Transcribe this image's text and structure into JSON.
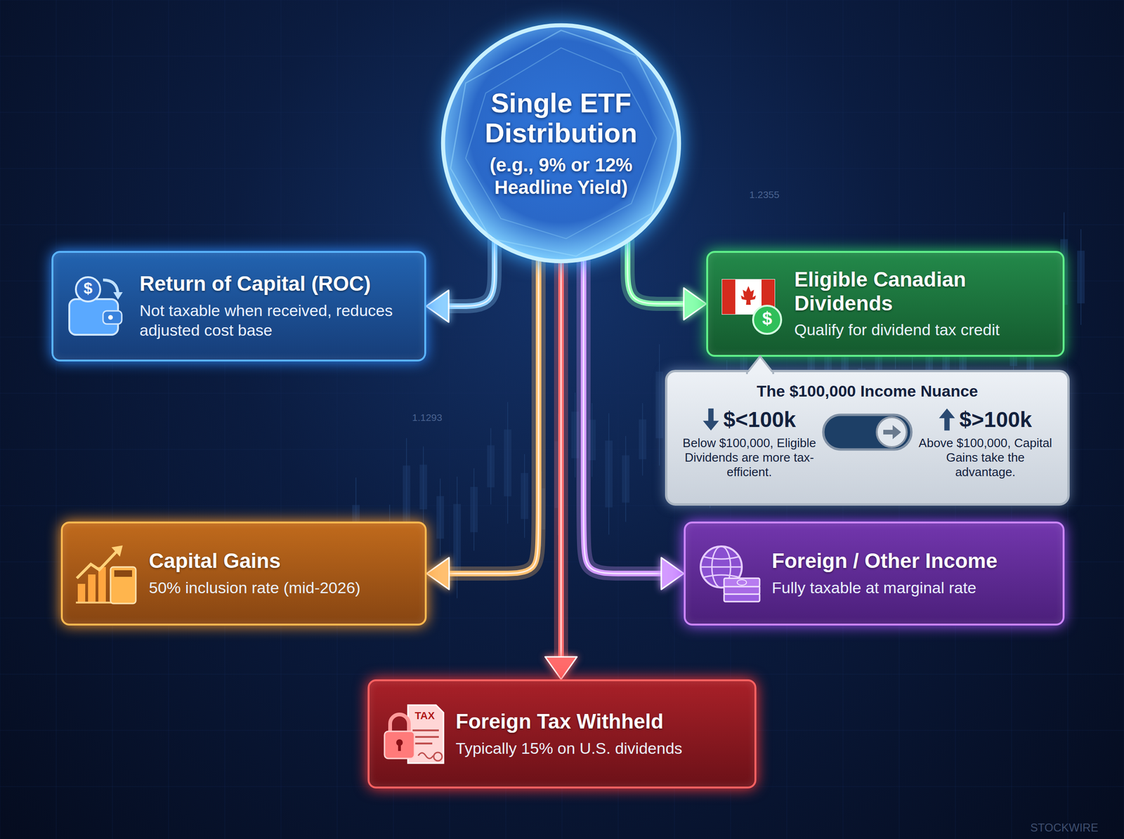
{
  "diagram": {
    "nodes": [
      {
        "text": [
          "Single ETF Distribution",
          "(e.g., 9% or 12% Headline Yield)"
        ]
      },
      {
        "text": [
          "Return of Capital (ROC)",
          "Not taxable when received, reduces adjusted cost base"
        ]
      },
      {
        "text": [
          "Eligible Canadian Dividends",
          "Qualify for dividend tax credit"
        ]
      },
      {
        "text": [
          "The $100,000 Income Nuance",
          "$<100k",
          "Below $100,000, Eligible Dividends are more tax-efficient.",
          "$>100k",
          "Above $100,000, Capital Gains take the advantage."
        ]
      },
      {
        "text": [
          "Capital Gains",
          "50% inclusion rate (mid-2026)"
        ]
      },
      {
        "text": [
          "Foreign / Other Income",
          "Fully taxable at marginal rate"
        ]
      },
      {
        "text": [
          "Foreign Tax Withheld",
          "Typically 15% on U.S. dividends"
        ]
      }
    ],
    "edges": [
      {
        "from": 0,
        "to": 1,
        "arrow": "to"
      },
      {
        "from": 0,
        "to": 2,
        "arrow": "to"
      },
      {
        "from": 0,
        "to": 4,
        "arrow": "to"
      },
      {
        "from": 0,
        "to": 5,
        "arrow": "to"
      },
      {
        "from": 0,
        "to": 6,
        "arrow": "to"
      }
    ],
    "labels": [
      "1.2355",
      "$",
      "$",
      "1.1293",
      "TAX",
      "STOCKWIRE"
    ]
  }
}
